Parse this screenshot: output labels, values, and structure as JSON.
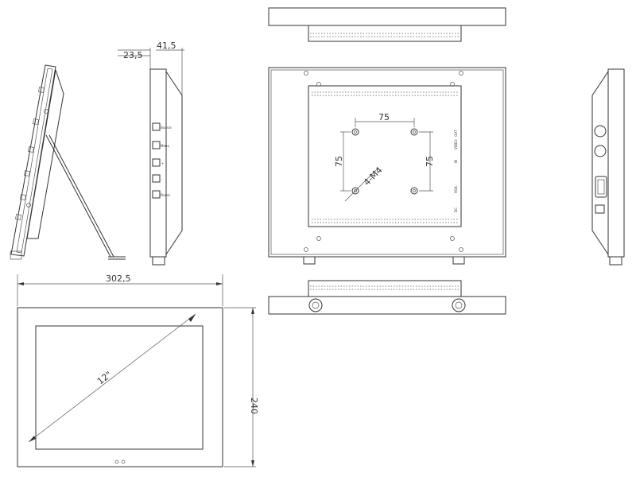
{
  "dimensions": {
    "depth_total": "41,5",
    "depth_body": "23,5",
    "width": "302,5",
    "height": "240",
    "diagonal": "12\"",
    "vesa_horizontal": "75",
    "vesa_vertical_left": "75",
    "vesa_vertical_right": "75",
    "screw_spec": "4-M4"
  },
  "side_buttons": [
    "Source",
    "Menu",
    "+",
    "-",
    "Power"
  ],
  "rear_ports": [
    "VIDEO",
    "OUT",
    "IN",
    "VGA",
    "DC"
  ],
  "colors": {
    "line": "#333333",
    "background": "#ffffff"
  }
}
